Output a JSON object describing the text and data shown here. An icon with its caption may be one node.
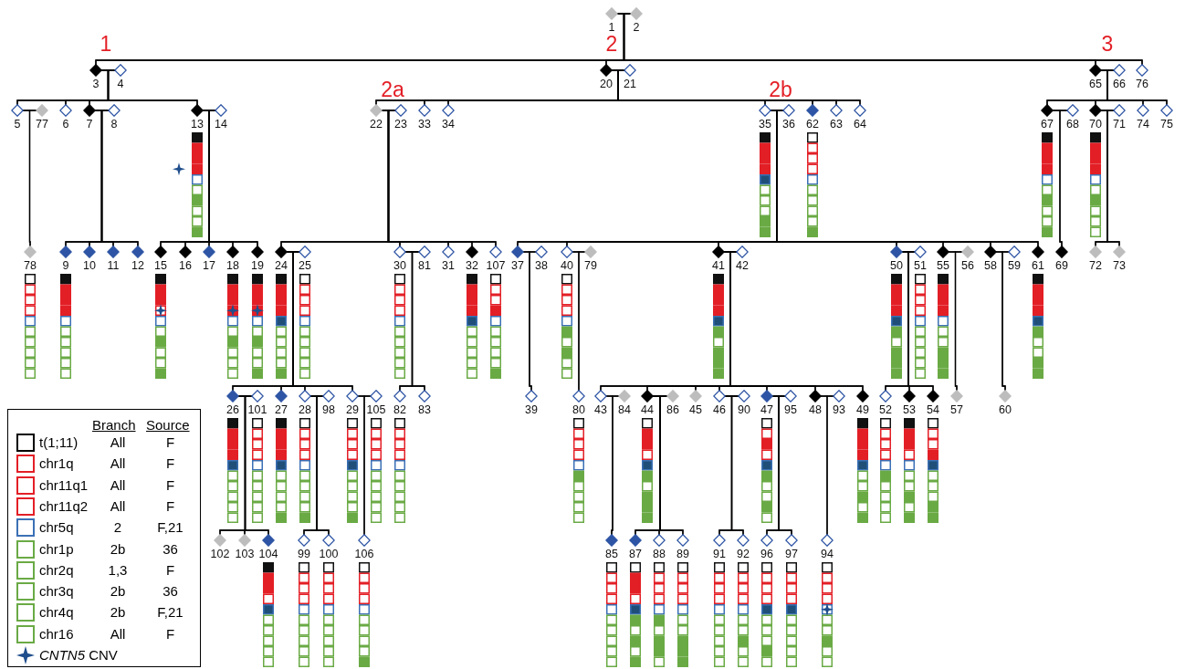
{
  "diagram": {
    "nodes": [
      {
        "text": [],
        "shape": "diamond",
        "beside": [
          "1"
        ]
      },
      {
        "text": [],
        "shape": "diamond",
        "beside": [
          "2"
        ]
      },
      {
        "text": [],
        "shape": "diamond",
        "beside": [
          "3"
        ]
      },
      {
        "text": [],
        "shape": "diamond",
        "beside": [
          "4"
        ]
      },
      {
        "text": [],
        "shape": "diamond",
        "beside": [
          "5"
        ]
      },
      {
        "text": [],
        "shape": "diamond",
        "beside": [
          "6"
        ]
      },
      {
        "text": [],
        "shape": "diamond",
        "beside": [
          "7"
        ]
      },
      {
        "text": [],
        "shape": "diamond",
        "beside": [
          "8"
        ]
      },
      {
        "text": [],
        "shape": "diamond",
        "beside": [
          "9"
        ]
      },
      {
        "text": [],
        "shape": "diamond",
        "beside": [
          "10"
        ]
      },
      {
        "text": [],
        "shape": "diamond",
        "beside": [
          "11"
        ]
      },
      {
        "text": [],
        "shape": "diamond",
        "beside": [
          "12"
        ]
      },
      {
        "text": [],
        "shape": "diamond",
        "beside": [
          "13"
        ]
      },
      {
        "text": [],
        "shape": "diamond",
        "beside": [
          "14"
        ]
      },
      {
        "text": [],
        "shape": "diamond",
        "beside": [
          "15"
        ]
      },
      {
        "text": [],
        "shape": "diamond",
        "beside": [
          "16"
        ]
      },
      {
        "text": [],
        "shape": "diamond",
        "beside": [
          "17"
        ]
      },
      {
        "text": [],
        "shape": "diamond",
        "beside": [
          "18"
        ]
      },
      {
        "text": [],
        "shape": "diamond",
        "beside": [
          "19"
        ]
      },
      {
        "text": [],
        "shape": "diamond",
        "beside": [
          "20"
        ]
      },
      {
        "text": [],
        "shape": "diamond",
        "beside": [
          "21"
        ]
      },
      {
        "text": [],
        "shape": "diamond",
        "beside": [
          "22"
        ]
      },
      {
        "text": [],
        "shape": "diamond",
        "beside": [
          "23"
        ]
      },
      {
        "text": [],
        "shape": "diamond",
        "beside": [
          "24"
        ]
      },
      {
        "text": [],
        "shape": "diamond",
        "beside": [
          "25"
        ]
      },
      {
        "text": [],
        "shape": "diamond",
        "beside": [
          "26"
        ]
      },
      {
        "text": [],
        "shape": "diamond",
        "beside": [
          "27"
        ]
      },
      {
        "text": [],
        "shape": "diamond",
        "beside": [
          "28"
        ]
      },
      {
        "text": [],
        "shape": "diamond",
        "beside": [
          "29"
        ]
      },
      {
        "text": [],
        "shape": "diamond",
        "beside": [
          "30"
        ]
      },
      {
        "text": [],
        "shape": "diamond",
        "beside": [
          "31"
        ]
      },
      {
        "text": [],
        "shape": "diamond",
        "beside": [
          "32"
        ]
      },
      {
        "text": [],
        "shape": "diamond",
        "beside": [
          "33"
        ]
      },
      {
        "text": [],
        "shape": "diamond",
        "beside": [
          "34"
        ]
      },
      {
        "text": [],
        "shape": "diamond",
        "beside": [
          "35"
        ]
      },
      {
        "text": [],
        "shape": "diamond",
        "beside": [
          "36"
        ]
      },
      {
        "text": [],
        "shape": "diamond",
        "beside": [
          "37"
        ]
      },
      {
        "text": [],
        "shape": "diamond",
        "beside": [
          "38"
        ]
      },
      {
        "text": [],
        "shape": "diamond",
        "beside": [
          "39"
        ]
      },
      {
        "text": [],
        "shape": "diamond",
        "beside": [
          "40"
        ]
      },
      {
        "text": [],
        "shape": "diamond",
        "beside": [
          "41"
        ]
      },
      {
        "text": [],
        "shape": "diamond",
        "beside": [
          "42"
        ]
      },
      {
        "text": [],
        "shape": "diamond",
        "beside": [
          "43"
        ]
      },
      {
        "text": [],
        "shape": "diamond",
        "beside": [
          "44"
        ]
      },
      {
        "text": [],
        "shape": "diamond",
        "beside": [
          "45"
        ]
      },
      {
        "text": [],
        "shape": "diamond",
        "beside": [
          "46"
        ]
      },
      {
        "text": [],
        "shape": "diamond",
        "beside": [
          "47"
        ]
      },
      {
        "text": [],
        "shape": "diamond",
        "beside": [
          "48"
        ]
      },
      {
        "text": [],
        "shape": "diamond",
        "beside": [
          "49"
        ]
      },
      {
        "text": [],
        "shape": "diamond",
        "beside": [
          "50"
        ]
      },
      {
        "text": [],
        "shape": "diamond",
        "beside": [
          "51"
        ]
      },
      {
        "text": [],
        "shape": "diamond",
        "beside": [
          "52"
        ]
      },
      {
        "text": [],
        "shape": "diamond",
        "beside": [
          "53"
        ]
      },
      {
        "text": [],
        "shape": "diamond",
        "beside": [
          "54"
        ]
      },
      {
        "text": [],
        "shape": "diamond",
        "beside": [
          "55"
        ]
      },
      {
        "text": [],
        "shape": "diamond",
        "beside": [
          "56"
        ]
      },
      {
        "text": [],
        "shape": "diamond",
        "beside": [
          "57"
        ]
      },
      {
        "text": [],
        "shape": "diamond",
        "beside": [
          "58"
        ]
      },
      {
        "text": [],
        "shape": "diamond",
        "beside": [
          "59"
        ]
      },
      {
        "text": [],
        "shape": "diamond",
        "beside": [
          "60"
        ]
      },
      {
        "text": [],
        "shape": "diamond",
        "beside": [
          "61"
        ]
      },
      {
        "text": [],
        "shape": "diamond",
        "beside": [
          "62"
        ]
      },
      {
        "text": [],
        "shape": "diamond",
        "beside": [
          "63"
        ]
      },
      {
        "text": [],
        "shape": "diamond",
        "beside": [
          "64"
        ]
      },
      {
        "text": [],
        "shape": "diamond",
        "beside": [
          "65"
        ]
      },
      {
        "text": [],
        "shape": "diamond",
        "beside": [
          "66"
        ]
      },
      {
        "text": [],
        "shape": "diamond",
        "beside": [
          "67"
        ]
      },
      {
        "text": [],
        "shape": "diamond",
        "beside": [
          "68"
        ]
      },
      {
        "text": [],
        "shape": "diamond",
        "beside": [
          "69"
        ]
      },
      {
        "text": [],
        "shape": "diamond",
        "beside": [
          "70"
        ]
      },
      {
        "text": [],
        "shape": "diamond",
        "beside": [
          "71"
        ]
      },
      {
        "text": [],
        "shape": "diamond",
        "beside": [
          "72"
        ]
      },
      {
        "text": [],
        "shape": "diamond",
        "beside": [
          "73"
        ]
      },
      {
        "text": [],
        "shape": "diamond",
        "beside": [
          "74"
        ]
      },
      {
        "text": [],
        "shape": "diamond",
        "beside": [
          "75"
        ]
      },
      {
        "text": [],
        "shape": "diamond",
        "beside": [
          "76"
        ]
      },
      {
        "text": [],
        "shape": "diamond",
        "beside": [
          "77"
        ]
      },
      {
        "text": [],
        "shape": "diamond",
        "beside": [
          "78"
        ]
      },
      {
        "text": [],
        "shape": "diamond",
        "beside": [
          "79"
        ]
      },
      {
        "text": [],
        "shape": "diamond",
        "beside": [
          "80"
        ]
      },
      {
        "text": [],
        "shape": "diamond",
        "beside": [
          "81"
        ]
      },
      {
        "text": [],
        "shape": "diamond",
        "beside": [
          "82"
        ]
      },
      {
        "text": [],
        "shape": "diamond",
        "beside": [
          "83"
        ]
      },
      {
        "text": [],
        "shape": "diamond",
        "beside": [
          "84"
        ]
      },
      {
        "text": [],
        "shape": "diamond",
        "beside": [
          "85"
        ]
      },
      {
        "text": [],
        "shape": "diamond",
        "beside": [
          "86"
        ]
      },
      {
        "text": [],
        "shape": "diamond",
        "beside": [
          "87"
        ]
      },
      {
        "text": [],
        "shape": "diamond",
        "beside": [
          "88"
        ]
      },
      {
        "text": [],
        "shape": "diamond",
        "beside": [
          "89"
        ]
      },
      {
        "text": [],
        "shape": "diamond",
        "beside": [
          "90"
        ]
      },
      {
        "text": [],
        "shape": "diamond",
        "beside": [
          "91"
        ]
      },
      {
        "text": [],
        "shape": "diamond",
        "beside": [
          "92"
        ]
      },
      {
        "text": [],
        "shape": "diamond",
        "beside": [
          "93"
        ]
      },
      {
        "text": [],
        "shape": "diamond",
        "beside": [
          "94"
        ]
      },
      {
        "text": [],
        "shape": "diamond",
        "beside": [
          "95"
        ]
      },
      {
        "text": [],
        "shape": "diamond",
        "beside": [
          "96"
        ]
      },
      {
        "text": [],
        "shape": "diamond",
        "beside": [
          "97"
        ]
      },
      {
        "text": [],
        "shape": "diamond",
        "beside": [
          "98"
        ]
      },
      {
        "text": [],
        "shape": "diamond",
        "beside": [
          "99"
        ]
      },
      {
        "text": [],
        "shape": "diamond",
        "beside": [
          "100"
        ]
      },
      {
        "text": [],
        "shape": "diamond",
        "beside": [
          "101"
        ]
      },
      {
        "text": [],
        "shape": "diamond",
        "beside": [
          "102"
        ]
      },
      {
        "text": [],
        "shape": "diamond",
        "beside": [
          "103"
        ]
      },
      {
        "text": [],
        "shape": "diamond",
        "beside": [
          "104"
        ]
      },
      {
        "text": [],
        "shape": "diamond",
        "beside": [
          "105"
        ]
      },
      {
        "text": [],
        "shape": "diamond",
        "beside": [
          "106"
        ]
      },
      {
        "text": [],
        "shape": "diamond",
        "beside": [
          "107"
        ]
      }
    ],
    "edges": [
      {
        "from": 0,
        "to": 1,
        "arrow": "none"
      },
      {
        "from": 0,
        "to": 2,
        "arrow": "none"
      },
      {
        "from": 1,
        "to": 2,
        "arrow": "none"
      },
      {
        "from": 0,
        "to": 19,
        "arrow": "none"
      },
      {
        "from": 1,
        "to": 19,
        "arrow": "none"
      },
      {
        "from": 0,
        "to": 64,
        "arrow": "none"
      },
      {
        "from": 1,
        "to": 64,
        "arrow": "none"
      },
      {
        "from": 0,
        "to": 75,
        "arrow": "none"
      },
      {
        "from": 1,
        "to": 75,
        "arrow": "none"
      },
      {
        "from": 2,
        "to": 3,
        "arrow": "none"
      },
      {
        "from": 2,
        "to": 4,
        "arrow": "none"
      },
      {
        "from": 3,
        "to": 4,
        "arrow": "none"
      },
      {
        "from": 2,
        "to": 5,
        "arrow": "none"
      },
      {
        "from": 3,
        "to": 5,
        "arrow": "none"
      },
      {
        "from": 2,
        "to": 6,
        "arrow": "none"
      },
      {
        "from": 3,
        "to": 6,
        "arrow": "none"
      },
      {
        "from": 2,
        "to": 12,
        "arrow": "none"
      },
      {
        "from": 3,
        "to": 12,
        "arrow": "none"
      },
      {
        "from": 4,
        "to": 76,
        "arrow": "none"
      },
      {
        "from": 4,
        "to": 77,
        "arrow": "none"
      },
      {
        "from": 76,
        "to": 77,
        "arrow": "none"
      },
      {
        "from": 6,
        "to": 7,
        "arrow": "none"
      },
      {
        "from": 6,
        "to": 8,
        "arrow": "none"
      },
      {
        "from": 7,
        "to": 8,
        "arrow": "none"
      },
      {
        "from": 6,
        "to": 9,
        "arrow": "none"
      },
      {
        "from": 7,
        "to": 9,
        "arrow": "none"
      },
      {
        "from": 6,
        "to": 10,
        "arrow": "none"
      },
      {
        "from": 7,
        "to": 10,
        "arrow": "none"
      },
      {
        "from": 6,
        "to": 11,
        "arrow": "none"
      },
      {
        "from": 7,
        "to": 11,
        "arrow": "none"
      },
      {
        "from": 12,
        "to": 13,
        "arrow": "none"
      },
      {
        "from": 12,
        "to": 14,
        "arrow": "none"
      },
      {
        "from": 13,
        "to": 14,
        "arrow": "none"
      },
      {
        "from": 12,
        "to": 15,
        "arrow": "none"
      },
      {
        "from": 13,
        "to": 15,
        "arrow": "none"
      },
      {
        "from": 12,
        "to": 16,
        "arrow": "none"
      },
      {
        "from": 13,
        "to": 16,
        "arrow": "none"
      },
      {
        "from": 12,
        "to": 17,
        "arrow": "none"
      },
      {
        "from": 13,
        "to": 17,
        "arrow": "none"
      },
      {
        "from": 12,
        "to": 18,
        "arrow": "none"
      },
      {
        "from": 13,
        "to": 18,
        "arrow": "none"
      },
      {
        "from": 19,
        "to": 20,
        "arrow": "none"
      },
      {
        "from": 19,
        "to": 21,
        "arrow": "none"
      },
      {
        "from": 20,
        "to": 21,
        "arrow": "none"
      },
      {
        "from": 19,
        "to": 32,
        "arrow": "none"
      },
      {
        "from": 20,
        "to": 32,
        "arrow": "none"
      },
      {
        "from": 19,
        "to": 33,
        "arrow": "none"
      },
      {
        "from": 20,
        "to": 33,
        "arrow": "none"
      },
      {
        "from": 19,
        "to": 34,
        "arrow": "none"
      },
      {
        "from": 20,
        "to": 34,
        "arrow": "none"
      },
      {
        "from": 19,
        "to": 61,
        "arrow": "none"
      },
      {
        "from": 20,
        "to": 61,
        "arrow": "none"
      },
      {
        "from": 19,
        "to": 62,
        "arrow": "none"
      },
      {
        "from": 20,
        "to": 62,
        "arrow": "none"
      },
      {
        "from": 19,
        "to": 63,
        "arrow": "none"
      },
      {
        "from": 20,
        "to": 63,
        "arrow": "none"
      },
      {
        "from": 21,
        "to": 22,
        "arrow": "none"
      },
      {
        "from": 21,
        "to": 23,
        "arrow": "none"
      },
      {
        "from": 22,
        "to": 23,
        "arrow": "none"
      },
      {
        "from": 21,
        "to": 29,
        "arrow": "none"
      },
      {
        "from": 22,
        "to": 29,
        "arrow": "none"
      },
      {
        "from": 21,
        "to": 30,
        "arrow": "none"
      },
      {
        "from": 22,
        "to": 30,
        "arrow": "none"
      },
      {
        "from": 21,
        "to": 31,
        "arrow": "none"
      },
      {
        "from": 22,
        "to": 31,
        "arrow": "none"
      },
      {
        "from": 21,
        "to": 106,
        "arrow": "none"
      },
      {
        "from": 22,
        "to": 106,
        "arrow": "none"
      },
      {
        "from": 23,
        "to": 24,
        "arrow": "none"
      },
      {
        "from": 23,
        "to": 25,
        "arrow": "none"
      },
      {
        "from": 24,
        "to": 25,
        "arrow": "none"
      },
      {
        "from": 23,
        "to": 26,
        "arrow": "none"
      },
      {
        "from": 24,
        "to": 26,
        "arrow": "none"
      },
      {
        "from": 23,
        "to": 27,
        "arrow": "none"
      },
      {
        "from": 24,
        "to": 27,
        "arrow": "none"
      },
      {
        "from": 23,
        "to": 28,
        "arrow": "none"
      },
      {
        "from": 24,
        "to": 28,
        "arrow": "none"
      },
      {
        "from": 25,
        "to": 100,
        "arrow": "none"
      },
      {
        "from": 25,
        "to": 101,
        "arrow": "none"
      },
      {
        "from": 100,
        "to": 101,
        "arrow": "none"
      },
      {
        "from": 25,
        "to": 102,
        "arrow": "none"
      },
      {
        "from": 100,
        "to": 102,
        "arrow": "none"
      },
      {
        "from": 25,
        "to": 103,
        "arrow": "none"
      },
      {
        "from": 100,
        "to": 103,
        "arrow": "none"
      },
      {
        "from": 27,
        "to": 97,
        "arrow": "none"
      },
      {
        "from": 27,
        "to": 98,
        "arrow": "none"
      },
      {
        "from": 97,
        "to": 98,
        "arrow": "none"
      },
      {
        "from": 27,
        "to": 99,
        "arrow": "none"
      },
      {
        "from": 97,
        "to": 99,
        "arrow": "none"
      },
      {
        "from": 28,
        "to": 104,
        "arrow": "none"
      },
      {
        "from": 28,
        "to": 105,
        "arrow": "none"
      },
      {
        "from": 104,
        "to": 105,
        "arrow": "none"
      },
      {
        "from": 29,
        "to": 80,
        "arrow": "none"
      },
      {
        "from": 29,
        "to": 81,
        "arrow": "none"
      },
      {
        "from": 80,
        "to": 81,
        "arrow": "none"
      },
      {
        "from": 29,
        "to": 82,
        "arrow": "none"
      },
      {
        "from": 80,
        "to": 82,
        "arrow": "none"
      },
      {
        "from": 34,
        "to": 35,
        "arrow": "none"
      },
      {
        "from": 34,
        "to": 36,
        "arrow": "none"
      },
      {
        "from": 35,
        "to": 36,
        "arrow": "none"
      },
      {
        "from": 34,
        "to": 39,
        "arrow": "none"
      },
      {
        "from": 35,
        "to": 39,
        "arrow": "none"
      },
      {
        "from": 34,
        "to": 40,
        "arrow": "none"
      },
      {
        "from": 35,
        "to": 40,
        "arrow": "none"
      },
      {
        "from": 34,
        "to": 49,
        "arrow": "none"
      },
      {
        "from": 35,
        "to": 49,
        "arrow": "none"
      },
      {
        "from": 34,
        "to": 54,
        "arrow": "none"
      },
      {
        "from": 35,
        "to": 54,
        "arrow": "none"
      },
      {
        "from": 34,
        "to": 57,
        "arrow": "none"
      },
      {
        "from": 35,
        "to": 57,
        "arrow": "none"
      },
      {
        "from": 34,
        "to": 60,
        "arrow": "none"
      },
      {
        "from": 35,
        "to": 60,
        "arrow": "none"
      },
      {
        "from": 36,
        "to": 37,
        "arrow": "none"
      },
      {
        "from": 36,
        "to": 38,
        "arrow": "none"
      },
      {
        "from": 37,
        "to": 38,
        "arrow": "none"
      },
      {
        "from": 39,
        "to": 78,
        "arrow": "none"
      },
      {
        "from": 39,
        "to": 79,
        "arrow": "none"
      },
      {
        "from": 78,
        "to": 79,
        "arrow": "none"
      },
      {
        "from": 40,
        "to": 41,
        "arrow": "none"
      },
      {
        "from": 40,
        "to": 42,
        "arrow": "none"
      },
      {
        "from": 41,
        "to": 42,
        "arrow": "none"
      },
      {
        "from": 40,
        "to": 43,
        "arrow": "none"
      },
      {
        "from": 41,
        "to": 43,
        "arrow": "none"
      },
      {
        "from": 40,
        "to": 44,
        "arrow": "none"
      },
      {
        "from": 41,
        "to": 44,
        "arrow": "none"
      },
      {
        "from": 40,
        "to": 45,
        "arrow": "none"
      },
      {
        "from": 41,
        "to": 45,
        "arrow": "none"
      },
      {
        "from": 40,
        "to": 46,
        "arrow": "none"
      },
      {
        "from": 41,
        "to": 46,
        "arrow": "none"
      },
      {
        "from": 40,
        "to": 47,
        "arrow": "none"
      },
      {
        "from": 41,
        "to": 47,
        "arrow": "none"
      },
      {
        "from": 40,
        "to": 48,
        "arrow": "none"
      },
      {
        "from": 41,
        "to": 48,
        "arrow": "none"
      },
      {
        "from": 42,
        "to": 83,
        "arrow": "none"
      },
      {
        "from": 42,
        "to": 84,
        "arrow": "none"
      },
      {
        "from": 83,
        "to": 84,
        "arrow": "none"
      },
      {
        "from": 43,
        "to": 85,
        "arrow": "none"
      },
      {
        "from": 43,
        "to": 86,
        "arrow": "none"
      },
      {
        "from": 85,
        "to": 86,
        "arrow": "none"
      },
      {
        "from": 43,
        "to": 87,
        "arrow": "none"
      },
      {
        "from": 85,
        "to": 87,
        "arrow": "none"
      },
      {
        "from": 43,
        "to": 88,
        "arrow": "none"
      },
      {
        "from": 85,
        "to": 88,
        "arrow": "none"
      },
      {
        "from": 45,
        "to": 89,
        "arrow": "none"
      },
      {
        "from": 45,
        "to": 90,
        "arrow": "none"
      },
      {
        "from": 89,
        "to": 90,
        "arrow": "none"
      },
      {
        "from": 45,
        "to": 91,
        "arrow": "none"
      },
      {
        "from": 89,
        "to": 91,
        "arrow": "none"
      },
      {
        "from": 46,
        "to": 94,
        "arrow": "none"
      },
      {
        "from": 46,
        "to": 95,
        "arrow": "none"
      },
      {
        "from": 94,
        "to": 95,
        "arrow": "none"
      },
      {
        "from": 46,
        "to": 96,
        "arrow": "none"
      },
      {
        "from": 94,
        "to": 96,
        "arrow": "none"
      },
      {
        "from": 47,
        "to": 92,
        "arrow": "none"
      },
      {
        "from": 47,
        "to": 93,
        "arrow": "none"
      },
      {
        "from": 92,
        "to": 93,
        "arrow": "none"
      },
      {
        "from": 49,
        "to": 50,
        "arrow": "none"
      },
      {
        "from": 49,
        "to": 51,
        "arrow": "none"
      },
      {
        "from": 50,
        "to": 51,
        "arrow": "none"
      },
      {
        "from": 49,
        "to": 52,
        "arrow": "none"
      },
      {
        "from": 50,
        "to": 52,
        "arrow": "none"
      },
      {
        "from": 49,
        "to": 53,
        "arrow": "none"
      },
      {
        "from": 50,
        "to": 53,
        "arrow": "none"
      },
      {
        "from": 54,
        "to": 55,
        "arrow": "none"
      },
      {
        "from": 54,
        "to": 56,
        "arrow": "none"
      },
      {
        "from": 55,
        "to": 56,
        "arrow": "none"
      },
      {
        "from": 57,
        "to": 58,
        "arrow": "none"
      },
      {
        "from": 57,
        "to": 59,
        "arrow": "none"
      },
      {
        "from": 58,
        "to": 59,
        "arrow": "none"
      },
      {
        "from": 64,
        "to": 65,
        "arrow": "none"
      },
      {
        "from": 64,
        "to": 66,
        "arrow": "none"
      },
      {
        "from": 65,
        "to": 66,
        "arrow": "none"
      },
      {
        "from": 64,
        "to": 69,
        "arrow": "none"
      },
      {
        "from": 65,
        "to": 69,
        "arrow": "none"
      },
      {
        "from": 64,
        "to": 73,
        "arrow": "none"
      },
      {
        "from": 65,
        "to": 73,
        "arrow": "none"
      },
      {
        "from": 64,
        "to": 74,
        "arrow": "none"
      },
      {
        "from": 65,
        "to": 74,
        "arrow": "none"
      },
      {
        "from": 66,
        "to": 67,
        "arrow": "none"
      },
      {
        "from": 66,
        "to": 68,
        "arrow": "none"
      },
      {
        "from": 67,
        "to": 68,
        "arrow": "none"
      },
      {
        "from": 69,
        "to": 70,
        "arrow": "none"
      },
      {
        "from": 69,
        "to": 71,
        "arrow": "none"
      },
      {
        "from": 70,
        "to": 71,
        "arrow": "none"
      },
      {
        "from": 69,
        "to": 72,
        "arrow": "none"
      },
      {
        "from": 70,
        "to": 72,
        "arrow": "none"
      }
    ],
    "labels": [
      "1",
      "2",
      "3",
      "2a",
      "2b",
      "Branch",
      "Source",
      "All",
      "F",
      "All",
      "F",
      "All",
      "F",
      "All",
      "F",
      "2",
      "F,21",
      "2b",
      "36",
      "1,3",
      "F",
      "2b",
      "36",
      "2b",
      "F,21",
      "All",
      "F"
    ],
    "legend": [
      {
        "text": "t(1;11)",
        "color": "#000000"
      },
      {
        "text": "chr1q",
        "color": "#e31f26"
      },
      {
        "text": "chr11q1",
        "color": "#e31f26"
      },
      {
        "text": "chr11q2",
        "color": "#e31f26"
      },
      {
        "text": "chr5q",
        "color": "#3b70b5"
      },
      {
        "text": "chr1p",
        "color": "#6aaa45"
      },
      {
        "text": "chr2q",
        "color": "#6aaa45"
      },
      {
        "text": "chr3q",
        "color": "#6aaa45"
      },
      {
        "text": "chr4q",
        "color": "#6aaa45"
      },
      {
        "text": "chr16",
        "color": "#6aaa45"
      },
      {
        "text": "*CNTN5* CNV"
      }
    ]
  }
}
